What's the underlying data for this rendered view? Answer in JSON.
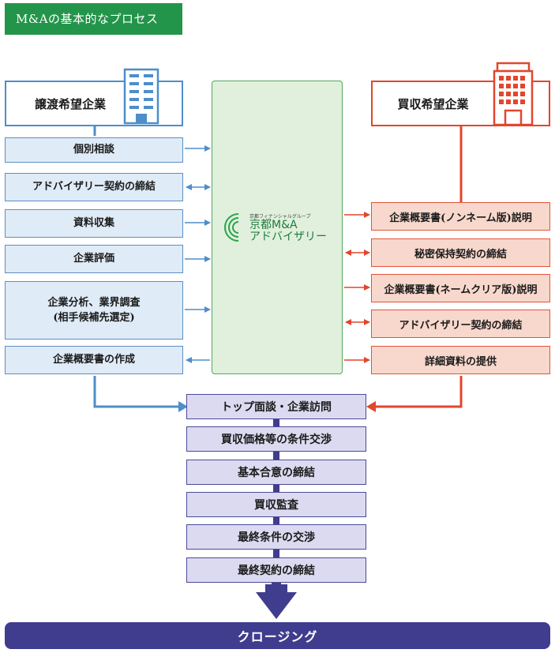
{
  "title": "M&Aの基本的なプロセス",
  "left_header": "譲渡希望企業",
  "right_header": "買収希望企業",
  "left_steps": [
    {
      "label": "個別相談"
    },
    {
      "label": "アドバイザリー契約の締結"
    },
    {
      "label": "資料収集"
    },
    {
      "label": "企業評価"
    },
    {
      "label": "企業分析、業界調査",
      "label2": "(相手候補先選定)"
    },
    {
      "label": "企業概要書の作成"
    }
  ],
  "right_steps": [
    {
      "label": "企業概要書(ノンネーム版)説明"
    },
    {
      "label": "秘密保持契約の締結"
    },
    {
      "label": "企業概要書(ネームクリア版)説明"
    },
    {
      "label": "アドバイザリー契約の締結"
    },
    {
      "label": "詳細資料の提供"
    }
  ],
  "center_logo": {
    "sub": "京都フィナンシャルグループ",
    "line1": "京都M&A",
    "line2": "アドバイザリー"
  },
  "shared_steps": [
    {
      "label": "トップ面談・企業訪問"
    },
    {
      "label": "買収価格等の条件交渉"
    },
    {
      "label": "基本合意の締結"
    },
    {
      "label": "買収監査"
    },
    {
      "label": "最終条件の交渉"
    },
    {
      "label": "最終契約の締結"
    }
  ],
  "closing": "クロージング",
  "colors": {
    "title_green": "#23954a",
    "left_blue": "#4d8ecb",
    "right_red": "#e2462c",
    "shared_purple": "#403c8e",
    "center_green": "#e0f0dc"
  }
}
